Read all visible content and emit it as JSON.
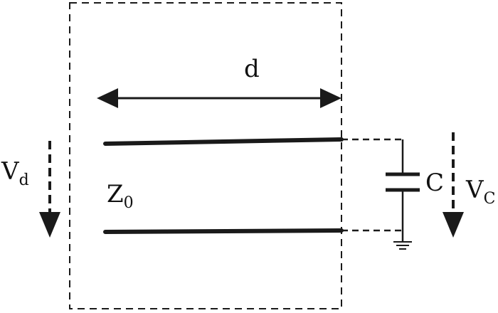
{
  "labels": {
    "length": "d",
    "impedance_main": "Z",
    "impedance_sub": "0",
    "capacitor": "C",
    "vd_main": "V",
    "vd_sub": "d",
    "vc_main": "V",
    "vc_sub": "C"
  },
  "colors": {
    "line": "#1a1a1a",
    "background": "#ffffff"
  }
}
